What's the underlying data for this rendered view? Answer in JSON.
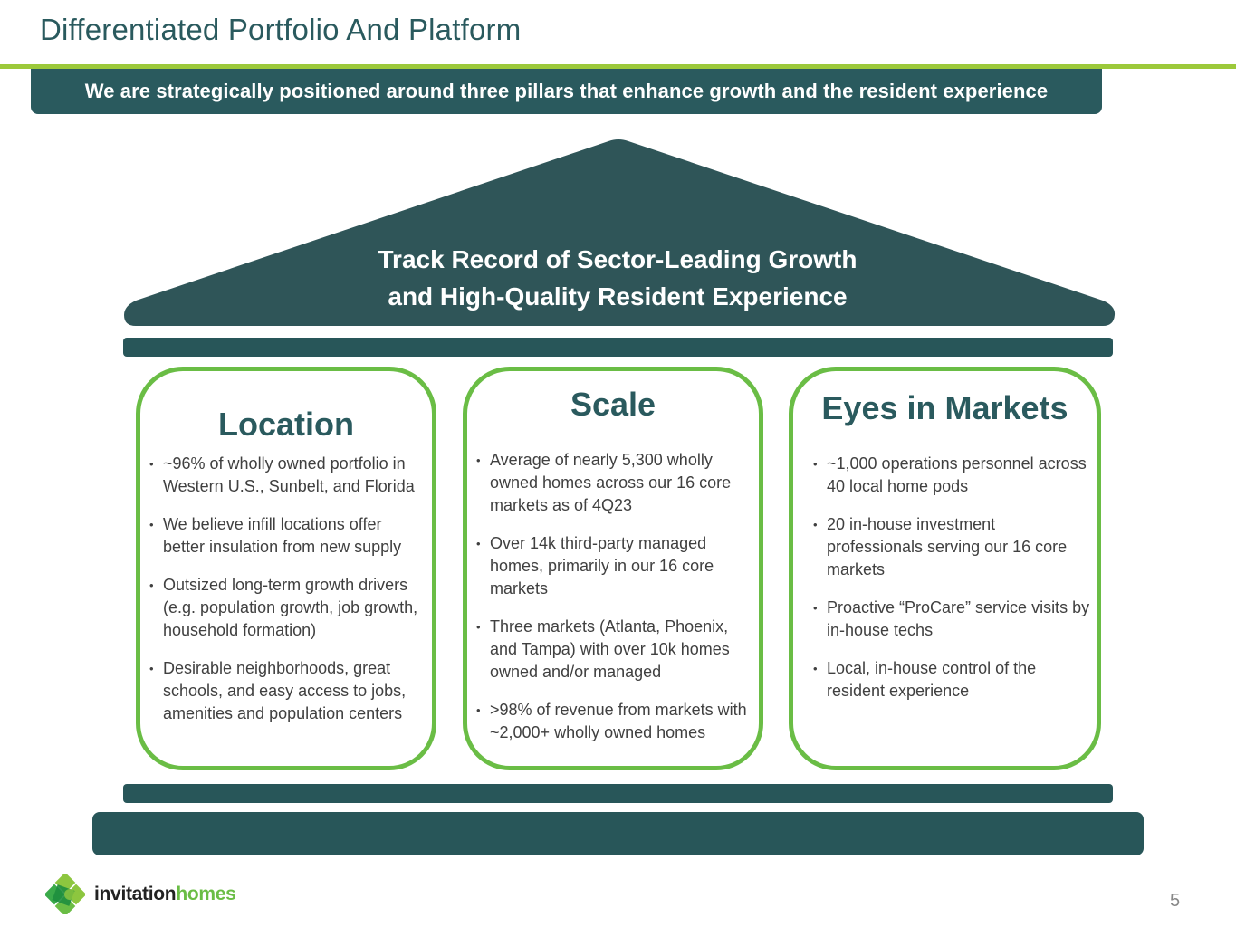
{
  "page": {
    "title": "Differentiated Portfolio And Platform",
    "banner": "We are strategically positioned around three pillars that enhance growth and the resident experience",
    "page_number": "5"
  },
  "roof": {
    "line1": "Track Record of Sector-Leading Growth",
    "line2": "and High-Quality Resident Experience"
  },
  "pillars": [
    {
      "title": "Location",
      "bullets": [
        "~96% of wholly owned portfolio in Western U.S., Sunbelt, and Florida",
        "We believe infill locations offer better insulation from new supply",
        "Outsized long-term growth drivers (e.g. population growth, job growth, household formation)",
        "Desirable neighborhoods, great schools, and easy access to jobs, amenities and population centers"
      ]
    },
    {
      "title": "Scale",
      "bullets": [
        "Average of nearly 5,300 wholly owned homes across our 16 core markets as of 4Q23",
        "Over 14k third-party managed homes, primarily in our 16 core markets",
        "Three markets (Atlanta, Phoenix, and Tampa) with over 10k homes owned and/or managed",
        ">98% of revenue from markets with ~2,000+ wholly owned homes"
      ]
    },
    {
      "title": "Eyes in Markets",
      "bullets": [
        "~1,000 operations personnel across 40 local home pods",
        "20 in-house investment professionals serving our 16 core markets",
        "Proactive “ProCare” service visits by in-house techs",
        "Local, in-house control of the resident experience"
      ]
    }
  ],
  "bullet_glyph": "•",
  "logo": {
    "icon": "clover-logo-icon",
    "word1": "invitation",
    "word2": "homes"
  },
  "colors": {
    "dark_teal": "#2a5a5e",
    "green": "#6abd45",
    "rule_green": "#9cc93b"
  }
}
